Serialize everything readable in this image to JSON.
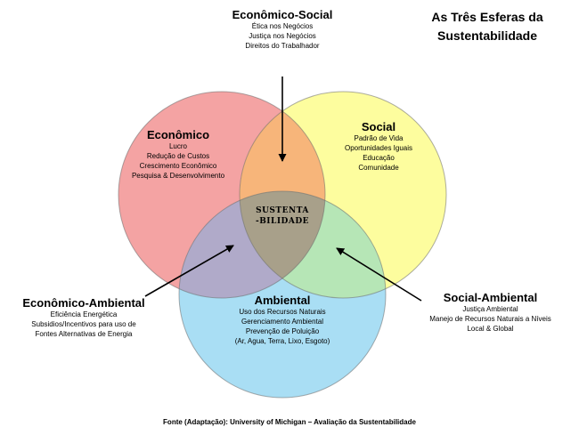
{
  "title": "As Três Esferas da Sustentabilidade",
  "center": "SUSTENTA-BILIDADE",
  "circles": {
    "economico": {
      "title": "Econômico",
      "color": "#f4a3a3",
      "items": [
        "Lucro",
        "Redução de Custos",
        "Crescimento Econômico",
        "Pesquisa & Desenvolvimento"
      ]
    },
    "social": {
      "title": "Social",
      "color": "#fdfd9e",
      "items": [
        "Padrão de Vida",
        "Oportunidades Iguais",
        "Educação",
        "Comunidade"
      ]
    },
    "ambiental": {
      "title": "Ambiental",
      "color": "#a9def4",
      "items": [
        "Uso dos Recursos Naturais",
        "Gerenciamento Ambiental",
        "Prevenção de Poluição",
        "(Ar, Agua, Terra, Lixo, Esgoto)"
      ]
    }
  },
  "overlaps": {
    "economico_social": {
      "title": "Econômico-Social",
      "color": "#f7b57a",
      "items": [
        "Ética nos Negócios",
        "Justiça nos Negócios",
        "Direitos do Trabalhador"
      ]
    },
    "economico_ambiental": {
      "title": "Econômico-Ambiental",
      "color": "#b0aac9",
      "items": [
        "Eficiência Energética",
        "Subsidios/Incentivos para uso de",
        "Fontes Alternativas de Energia"
      ]
    },
    "social_ambiental": {
      "title": "Social-Ambiental",
      "color": "#b6e6b6",
      "items": [
        "Justiça Ambiental",
        "Manejo de Recursos Naturais a Níveis",
        "Local & Global"
      ]
    },
    "center_color": "#a8a08a"
  },
  "source": "Fonte (Adaptação): University of Michigan – Avaliação da Sustentabilidade"
}
